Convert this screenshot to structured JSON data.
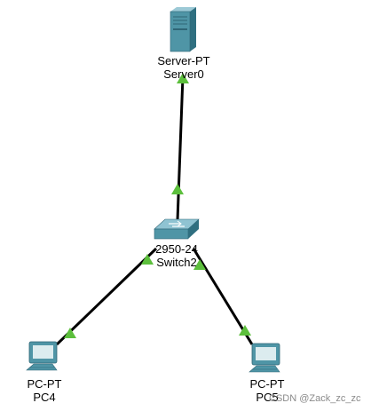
{
  "nodes": {
    "server": {
      "model": "Server-PT",
      "name": "Server0",
      "icon": "server-icon"
    },
    "switch": {
      "model": "2950-24",
      "name": "Switch2",
      "icon": "switch-icon"
    },
    "pc4": {
      "model": "PC-PT",
      "name": "PC4",
      "icon": "pc-icon"
    },
    "pc5": {
      "model": "PC-PT",
      "name": "PC5",
      "icon": "pc-icon"
    }
  },
  "links": [
    {
      "from": "Switch2",
      "to": "Server0",
      "status": "up"
    },
    {
      "from": "Switch2",
      "to": "PC4",
      "status": "up"
    },
    {
      "from": "Switch2",
      "to": "PC5",
      "status": "up"
    }
  ],
  "colors": {
    "link": "#000000",
    "link_up": "#5cbf3c",
    "device": "#4f95a6"
  },
  "watermark": "CSDN @Zack_zc_zc"
}
